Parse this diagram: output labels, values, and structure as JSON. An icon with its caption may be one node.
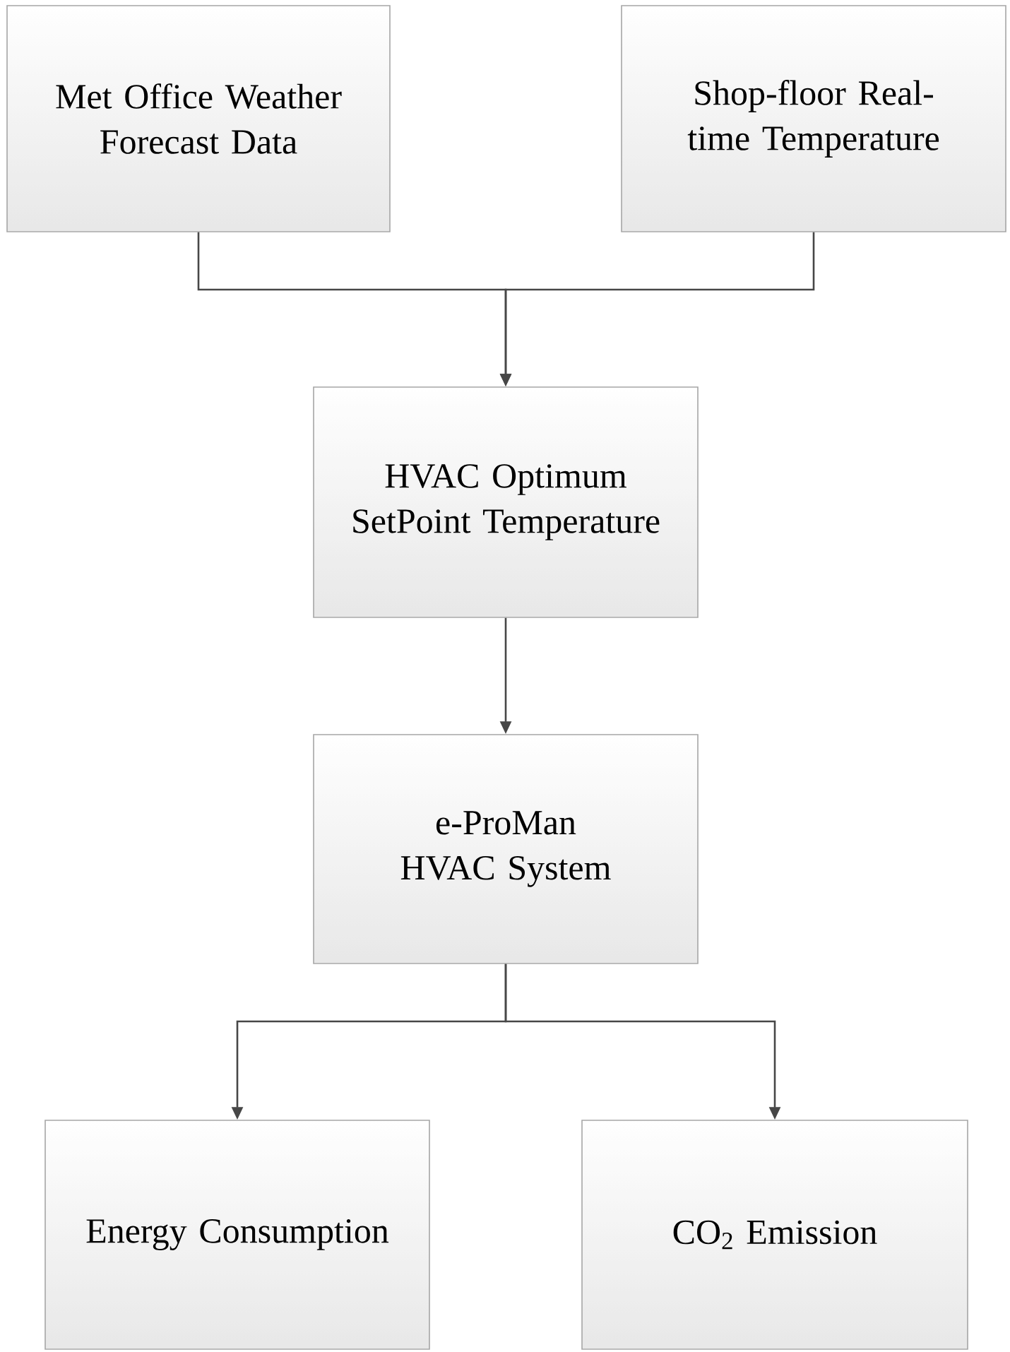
{
  "diagram": {
    "nodes": [
      {
        "text": [
          "Met Office Weather Forecast Data"
        ]
      },
      {
        "text": [
          "Shop-floor Real-time Temperature"
        ]
      },
      {
        "text": [
          "HVAC Optimum SetPoint Temperature"
        ]
      },
      {
        "text": [
          "e-ProMan HVAC System"
        ]
      },
      {
        "text": [
          "Energy Consumption"
        ]
      },
      {
        "text": [
          "CO$_{2}$ Emission"
        ]
      }
    ],
    "edges": [
      {
        "from": 0,
        "to": 2,
        "arrow": "to"
      },
      {
        "from": 1,
        "to": 2,
        "arrow": "to"
      },
      {
        "from": 2,
        "to": 3,
        "arrow": "to"
      },
      {
        "from": 3,
        "to": 4,
        "arrow": "to"
      },
      {
        "from": 3,
        "to": 5,
        "arrow": "to"
      }
    ]
  }
}
